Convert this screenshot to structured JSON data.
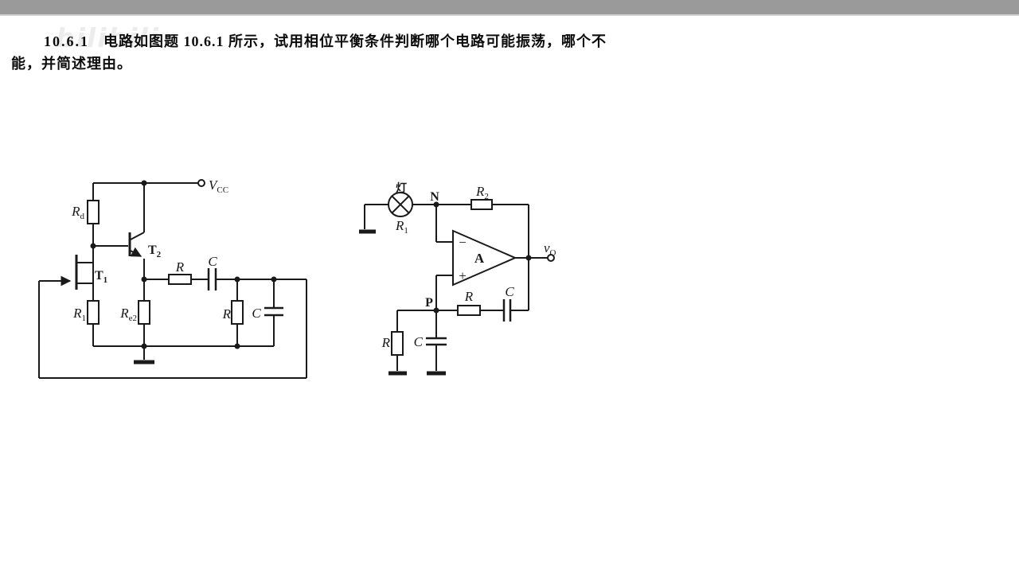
{
  "colors": {
    "top_bar": "#9a9a9a",
    "ink": "#1a1a1a",
    "watermark": "#e0e0e0"
  },
  "watermark": "bilibili",
  "problem": {
    "number": "10.6.1",
    "line1_text": "电路如图题 10.6.1 所示，试用相位平衡条件判断哪个电路可能振荡，哪个不",
    "line2_text": "能，并简述理由。"
  },
  "figure": {
    "left": {
      "vcc": {
        "main": "V",
        "sub": "CC"
      },
      "rd": {
        "main": "R",
        "sub": "d"
      },
      "t1": {
        "main": "T",
        "sub": "1"
      },
      "t2": {
        "main": "T",
        "sub": "2"
      },
      "r1": {
        "main": "R",
        "sub": "1"
      },
      "re2": {
        "main": "R",
        "sub": "e2"
      },
      "series_r": "R",
      "series_c": "C",
      "shunt_r": "R",
      "shunt_c": "C"
    },
    "right": {
      "lamp": "灯",
      "lamp_r": {
        "main": "R",
        "sub": "1"
      },
      "node_n": "N",
      "r2": {
        "main": "R",
        "sub": "2"
      },
      "minus": "−",
      "plus": "+",
      "amp": "A",
      "vo": {
        "main": "v",
        "sub": "O"
      },
      "node_p": "P",
      "series_r": "R",
      "series_c": "C",
      "shunt_r": "R",
      "shunt_c": "C"
    }
  }
}
